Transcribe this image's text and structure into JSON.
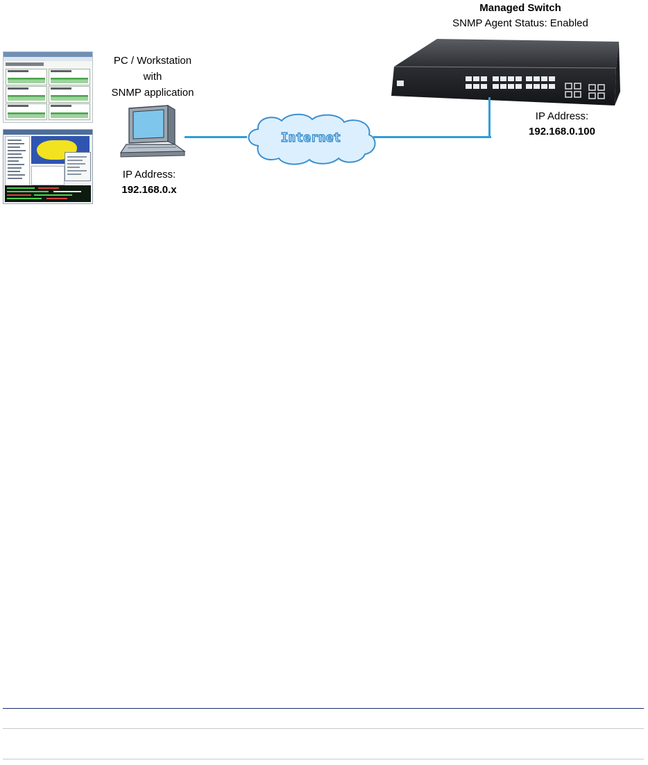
{
  "switch": {
    "title": "Managed Switch",
    "status": "SNMP Agent Status: Enabled",
    "ip_label": "IP Address:",
    "ip_value": "192.168.0.100"
  },
  "pc": {
    "title_line1": "PC / Workstation",
    "title_line2": "with",
    "title_line3": "SNMP application",
    "ip_label": "IP Address:",
    "ip_value": "192.168.0.x"
  },
  "cloud": {
    "label": "Internet"
  },
  "screenshot": {
    "title": "MRTG Index Page"
  },
  "colors": {
    "link": "#2f9ed9",
    "cloud_fill": "#dcefff",
    "cloud_stroke": "#3b8fcf",
    "footer_rule": "#1c2a6b"
  },
  "icons": [
    "pc-monitor-icon",
    "internet-cloud-icon",
    "managed-switch-icon"
  ]
}
